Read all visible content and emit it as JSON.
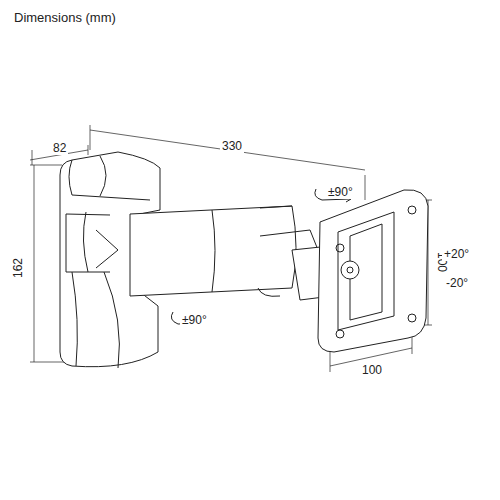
{
  "diagram": {
    "title": "Dimensions (mm)",
    "labels": [
      "82",
      "330",
      "162",
      "±90°",
      "100",
      "+20°",
      "-20°",
      "±90°",
      "100"
    ]
  }
}
